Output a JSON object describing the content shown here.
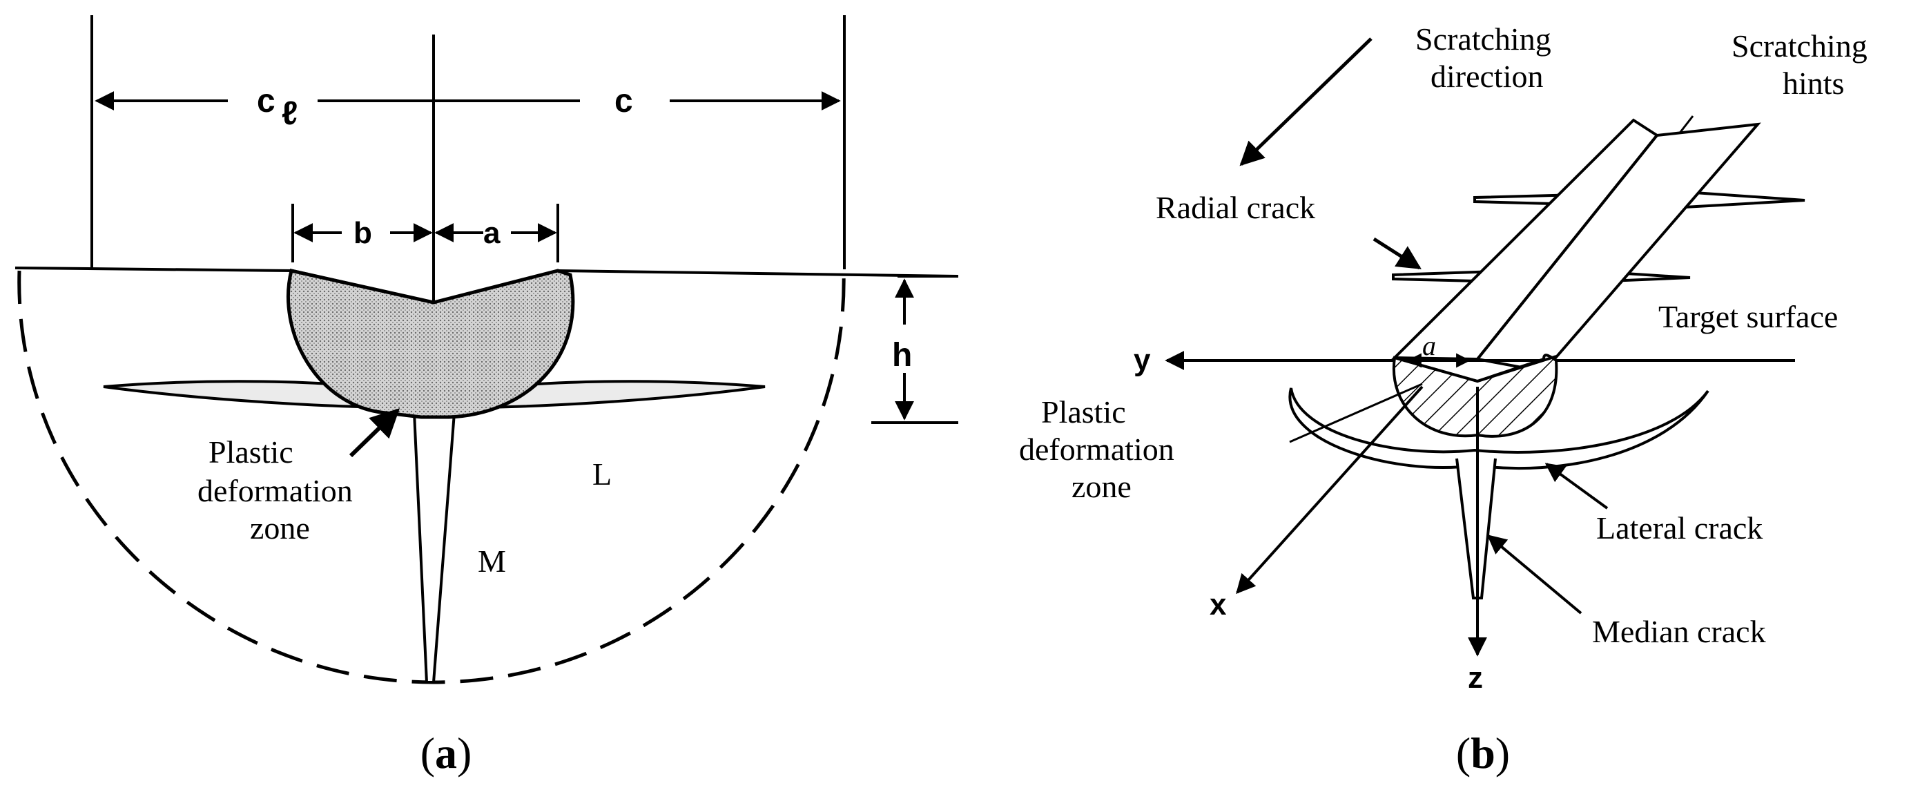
{
  "panel_a": {
    "labels": {
      "c_left": "c",
      "c_left_sub": "ℓ",
      "c_right": "c",
      "b": "b",
      "a": "a",
      "h": "h",
      "plastic_1": "Plastic",
      "plastic_2": "deformation",
      "plastic_3": "zone",
      "L": "L",
      "M": "M"
    },
    "caption_open": "(",
    "caption_letter": "a",
    "caption_close": ")"
  },
  "panel_b": {
    "labels": {
      "scratching_direction_1": "Scratching",
      "scratching_direction_2": "direction",
      "scratching_hints_1": "Scratching",
      "scratching_hints_2": "hints",
      "radial_crack": "Radial crack",
      "target_surface": "Target surface",
      "y": "y",
      "a": "a",
      "plastic_1": "Plastic",
      "plastic_2": "deformation",
      "plastic_3": "zone",
      "lateral_crack": "Lateral crack",
      "median_crack": "Median crack",
      "x": "x",
      "z": "z"
    },
    "caption_open": "(",
    "caption_letter": "b",
    "caption_close": ")"
  },
  "colors": {
    "ink": "#000000",
    "zone_fill": "#c8c8c8",
    "background": "#ffffff"
  }
}
